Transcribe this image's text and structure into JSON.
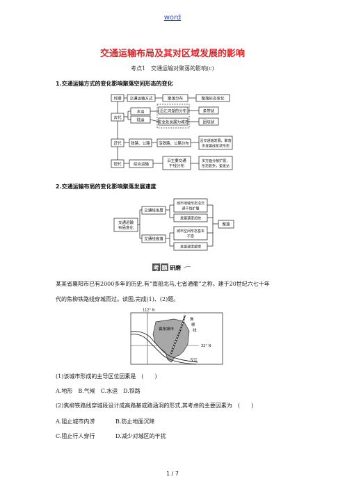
{
  "header": {
    "word_link": "word"
  },
  "title": "交通运输布局及其对区域发展的影响",
  "subtitle": "考点1　交通运输对聚落的影响(c)",
  "section1": {
    "heading": "1.交通运输方式的变化影响聚落空间形态的变化",
    "diagram": {
      "headers": [
        "时期",
        "交通运输方式",
        "聚落分布",
        "聚落形态变化"
      ],
      "eras": [
        "古代",
        "近代",
        "现代"
      ],
      "ancient_modes": [
        "水运",
        "陆运"
      ],
      "ancient_dist": [
        "沿江河湖的分布",
        "安全处发展为城市"
      ],
      "ancient_forms": [
        "条带状",
        "团块状"
      ],
      "modern_mode": "铁路、公路",
      "modern_dist": "沿铁路、公路分布",
      "modern_form_lines": [
        "沿交通轴发展，聚落",
        "多发展成星状形态"
      ],
      "current_mode": "综合运输",
      "current_dist_lines": [
        "沿主要交通",
        "干线分布"
      ],
      "current_form_lines": [
        "多方面分散扩展，",
        "形态复杂，更发达"
      ]
    }
  },
  "section2": {
    "heading": "2.交通运输布局的变化影响聚落发展速度",
    "diagram": {
      "root_lines": [
        "交通运输",
        "布局变化"
      ],
      "branches": [
        "交通线发展",
        "交通线衰落"
      ],
      "develop_results": [
        [
          "城市地域形态沿交",
          "通干线扩展"
        ],
        [
          "发展速度加快"
        ]
      ],
      "decline_results": [
        [
          "城市空间形态基本",
          "不变"
        ],
        [
          "发展速度缓慢"
        ]
      ],
      "target": "聚落"
    }
  },
  "yanxi_logo": {
    "chars": [
      "考",
      "题"
    ],
    "label": "研磨"
  },
  "question": {
    "intro_lines": [
      "某某省襄阳市已有2000多年的历史,有“南船北马,七省通衢”之称。建于20世纪六七十年",
      "代的焦柳铁路线穿城而过。读图,完成(1)、(2)题。"
    ],
    "map": {
      "lon_label": "112° N",
      "lat_label": "32° N",
      "city_label": "襄阳城市",
      "rail_label_chars": [
        "焦",
        "柳",
        "线"
      ],
      "river_label": "汉江"
    },
    "q1": {
      "stem": "(1)该城市形成的主导区位因素是　(　　)",
      "options": "A.地形　B.气候　C.水运　D.铁路"
    },
    "q2": {
      "stem": "(2)焦柳铁路线穿城段设计成高路基或路涵洞的形式,其考虑的主要因素为　(　　)",
      "options_row1": [
        "A.阻止城市内涝",
        "B.防止地面沉降"
      ],
      "options_row2": [
        "C.阻止行人穿行",
        "D.减少对城区的干扰"
      ]
    }
  },
  "footer": {
    "page": "1 / 7"
  },
  "colors": {
    "title": "#d8262a",
    "header_link": "#2a4fd6",
    "map_city": "#a8a8a8"
  }
}
